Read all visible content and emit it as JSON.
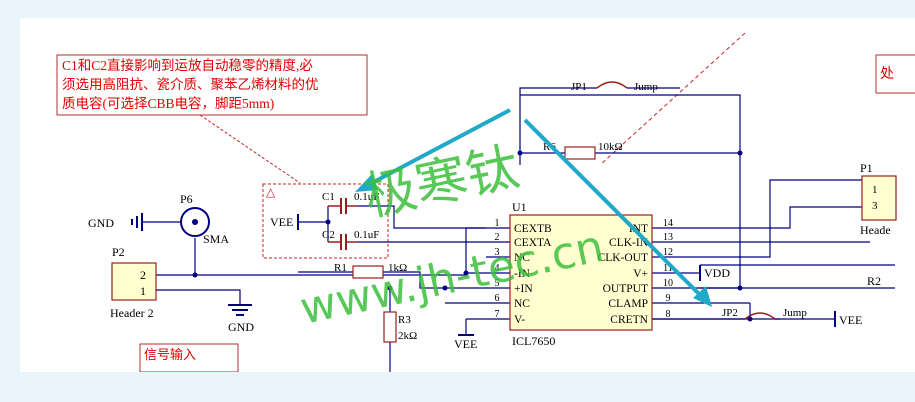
{
  "note": {
    "line1": "C1和C2直接影响到运放自动稳零的精度,必",
    "line2": "须选用高阻抗、瓷介质、聚苯乙烯材料的优",
    "line3": "质电容(可选择CBB电容，脚距5mm)"
  },
  "note_right_partial": "处",
  "signal_label": "信号输入",
  "watermark": {
    "cn": "极寒钛",
    "url": "www.jh-tec.cn"
  },
  "u1": {
    "ref": "U1",
    "name": "ICL7650",
    "left_pins": [
      {
        "num": "1",
        "name": "CEXTB"
      },
      {
        "num": "2",
        "name": "CEXTA"
      },
      {
        "num": "3",
        "name": "NC"
      },
      {
        "num": "4",
        "name": "-IN"
      },
      {
        "num": "5",
        "name": "+IN"
      },
      {
        "num": "6",
        "name": "NC"
      },
      {
        "num": "7",
        "name": "V-"
      }
    ],
    "right_pins": [
      {
        "num": "14",
        "name": "INT"
      },
      {
        "num": "13",
        "name": "CLK-IN"
      },
      {
        "num": "12",
        "name": "CLK-OUT"
      },
      {
        "num": "11",
        "name": "V+"
      },
      {
        "num": "10",
        "name": "OUTPUT"
      },
      {
        "num": "9",
        "name": "CLAMP"
      },
      {
        "num": "8",
        "name": "CRETN"
      }
    ]
  },
  "parts": {
    "c1": {
      "ref": "C1",
      "val": "0.1uF"
    },
    "c2": {
      "ref": "C2",
      "val": "0.1uF"
    },
    "r1": {
      "ref": "R1",
      "val": "1kΩ"
    },
    "r3": {
      "ref": "R3",
      "val": "2kΩ"
    },
    "r6": {
      "ref": "R6",
      "val": "10kΩ"
    },
    "jp1": {
      "ref": "JP1",
      "val": "Jump"
    },
    "jp2": {
      "ref": "JP2",
      "val": "Jump"
    },
    "p6": {
      "ref": "P6",
      "val": "SMA"
    },
    "p2": {
      "ref": "P2",
      "val": "Header 2",
      "pin2": "2",
      "pin1": "1"
    },
    "p1": {
      "ref": "P1",
      "val": "Heade",
      "pin1": "1",
      "pin3": "3"
    },
    "r2": {
      "ref": "R2"
    }
  },
  "nets": {
    "gnd": "GND",
    "vee": "VEE",
    "vdd": "VDD"
  },
  "colors": {
    "wire": "#000080",
    "component": "#9b1d1d",
    "note_text": "#e00000",
    "body_fill": "#ffffd0",
    "watermark_text": "#3bbf3b",
    "arrow": "#22a8c8"
  }
}
